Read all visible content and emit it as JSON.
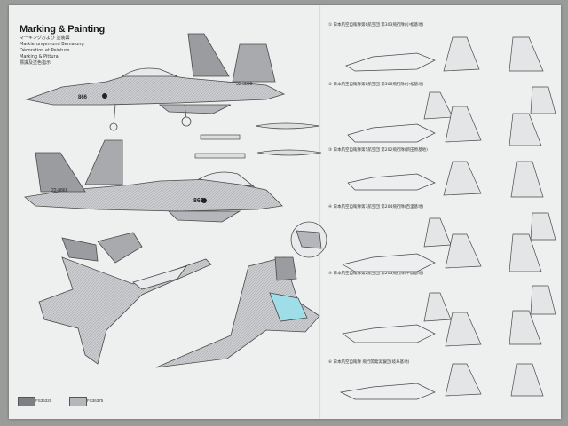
{
  "sheet": {
    "title": "Marking & Painting",
    "subtitle_lines": [
      "マーキングおよび 塗装図",
      "Markierungen und Bemalung",
      "Décoration et Peinture",
      "Marking & Pittura",
      "標識及塗色指示"
    ],
    "schemes": [
      "① 日本航空自衛隊第6航空団 第303飛行隊(小松基地)",
      "② 日本航空自衛隊第6航空団 第306飛行隊(小松基地)",
      "③ 日本航空自衛隊第5航空団 第202飛行隊(新田原基地)",
      "④ 日本航空自衛隊第7航空団 第204飛行隊(百里基地)",
      "⑤ 日本航空自衛隊第2航空団 第203飛行隊(千歳基地)",
      "⑥ 日本航空自衛隊 飛行開発実験団(岐阜基地)"
    ],
    "swatches": [
      {
        "label": "FS36320",
        "color": "#7d7f84"
      },
      {
        "label": "FS36375",
        "color": "#b4b6bb"
      }
    ],
    "tail_numbers": [
      "22-8866",
      "866",
      "32-8866"
    ],
    "colors": {
      "paper": "#eef0ef",
      "line": "#4a4a4a",
      "dark_grey": "#7d7f84",
      "light_grey": "#b4b6bb",
      "canopy": "#9fdde8"
    }
  }
}
